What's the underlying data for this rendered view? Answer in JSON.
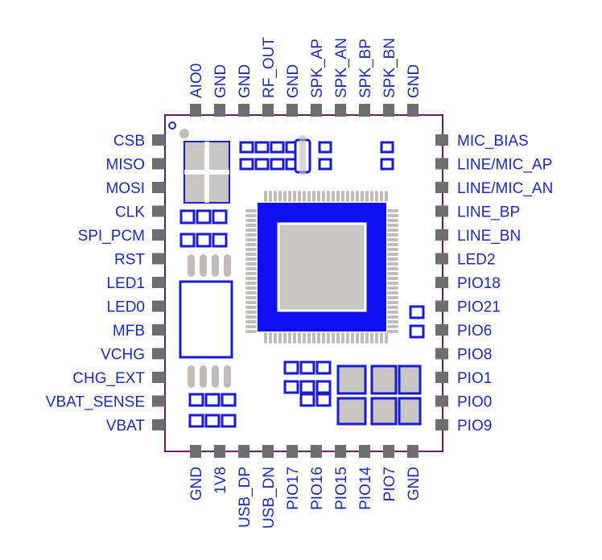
{
  "diagram": {
    "colors": {
      "label": "#1e2cb4",
      "outline": "#6a1e5c",
      "pad": "#6e6e6e",
      "die": "#1010f0",
      "die_core": "#c8c6c4",
      "pin_pad": "#c0bdb9"
    },
    "pins": {
      "left": [
        "CSB",
        "MISO",
        "MOSI",
        "CLK",
        "SPI_PCM",
        "RST",
        "LED1",
        "LED0",
        "MFB",
        "VCHG",
        "CHG_EXT",
        "VBAT_SENSE",
        "VBAT"
      ],
      "right": [
        "MIC_BIAS",
        "LINE/MIC_AP",
        "LINE/MIC_AN",
        "LINE_BP",
        "LINE_BN",
        "LED2",
        "PIO18",
        "PIO21",
        "PIO6",
        "PIO8",
        "PIO1",
        "PIO0",
        "PIO9"
      ],
      "top": [
        "AIO0",
        "GND",
        "GND",
        "RF_OUT",
        "GND",
        "SPK_AP",
        "SPK_AN",
        "SPK_BP",
        "SPK_BN",
        "GND"
      ],
      "bottom": [
        "GND",
        "1V8",
        "USB_DP",
        "USB_DN",
        "PIO17",
        "PIO16",
        "PIO15",
        "PIO14",
        "PIO7",
        "GND"
      ]
    }
  }
}
